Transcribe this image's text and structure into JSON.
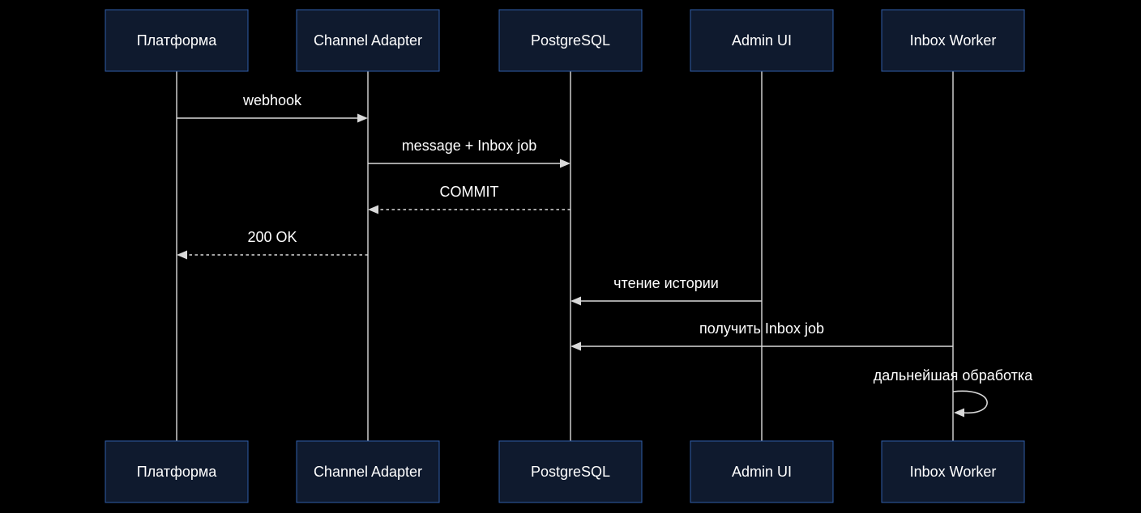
{
  "colors": {
    "background": "#000000",
    "actor_fill": "#0f1a2e",
    "actor_border": "#2f5da8",
    "line": "#d9d9d9",
    "text": "#ffffff"
  },
  "participants": [
    {
      "id": "platform",
      "label": "Платформа"
    },
    {
      "id": "adapter",
      "label": "Channel Adapter"
    },
    {
      "id": "postgres",
      "label": "PostgreSQL"
    },
    {
      "id": "admin",
      "label": "Admin UI"
    },
    {
      "id": "worker",
      "label": "Inbox Worker"
    }
  ],
  "messages": [
    {
      "from": "platform",
      "to": "adapter",
      "label": "webhook",
      "style": "solid"
    },
    {
      "from": "adapter",
      "to": "postgres",
      "label": "message + Inbox job",
      "style": "solid"
    },
    {
      "from": "postgres",
      "to": "adapter",
      "label": "COMMIT",
      "style": "dashed"
    },
    {
      "from": "adapter",
      "to": "platform",
      "label": "200 OK",
      "style": "dashed"
    },
    {
      "from": "admin",
      "to": "postgres",
      "label": "чтение истории",
      "style": "solid"
    },
    {
      "from": "worker",
      "to": "postgres",
      "label": "получить Inbox job",
      "style": "solid"
    },
    {
      "from": "worker",
      "to": "worker",
      "label": "дальнейшая обработка",
      "style": "solid"
    }
  ]
}
